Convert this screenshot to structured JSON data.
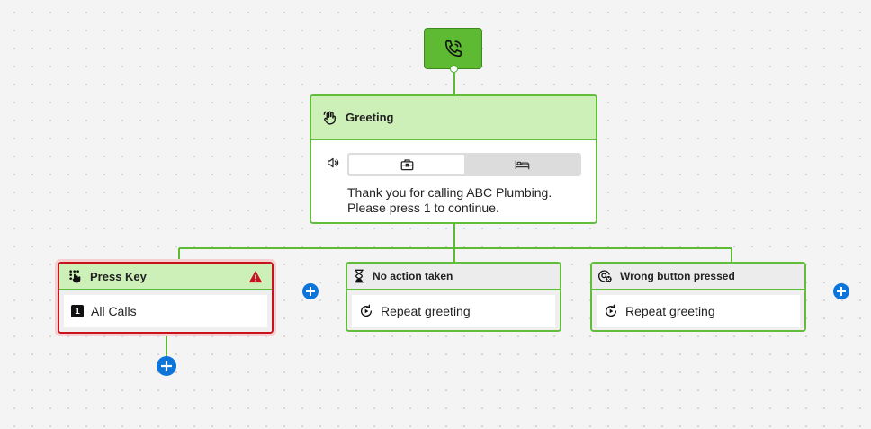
{
  "colors": {
    "accent_green": "#5fba33",
    "node_border_green": "#62be3a",
    "header_green": "#cdf0b8",
    "header_gray": "#ececec",
    "error_red": "#c8131d",
    "add_blue": "#0d74d9"
  },
  "start": {
    "icon": "phone-call-icon"
  },
  "greeting": {
    "title": "Greeting",
    "icon": "hand-wave-icon",
    "audio_icon": "speaker-icon",
    "schedule_tabs": [
      {
        "icon": "briefcase-icon",
        "active": true
      },
      {
        "icon": "bed-icon",
        "active": false
      }
    ],
    "message_line1": "Thank you for calling ABC Plumbing.",
    "message_line2": "Please press 1 to continue."
  },
  "branches": {
    "press_key": {
      "title": "Press Key",
      "icon": "keypad-hand-icon",
      "warning_icon": "warning-icon",
      "key": "1",
      "action": "All Calls"
    },
    "no_action": {
      "title": "No action taken",
      "icon": "hourglass-icon",
      "action_icon": "replay-icon",
      "action": "Repeat greeting"
    },
    "wrong_button": {
      "title": "Wrong button pressed",
      "icon": "wrong-button-icon",
      "action_icon": "replay-icon",
      "action": "Repeat greeting"
    }
  },
  "add_buttons": [
    "add-branch",
    "add-step",
    "add-branch-end"
  ]
}
